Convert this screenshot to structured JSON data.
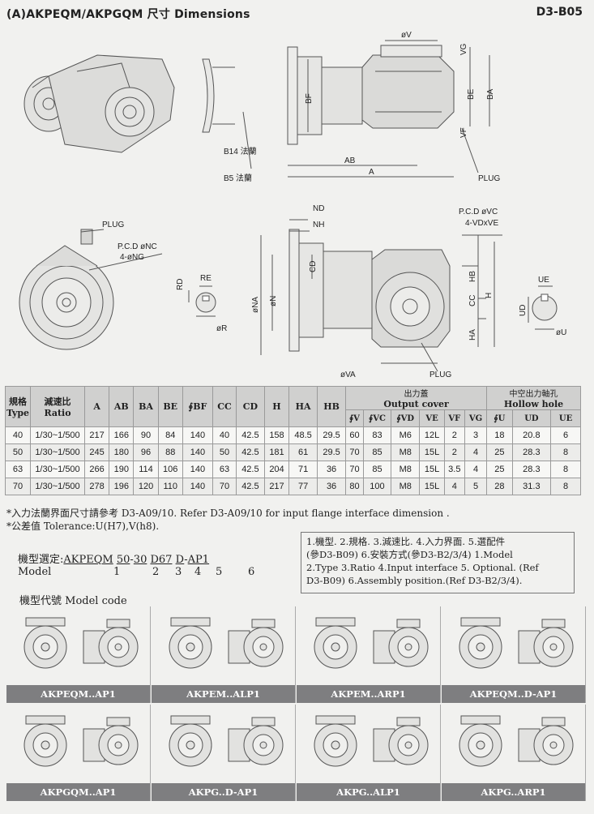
{
  "header": {
    "title": "(A)AKPEQM/AKPGQM 尺寸 Dimensions",
    "code": "D3-B05"
  },
  "drawing_labels": {
    "phiV": "øV",
    "VG": "VG",
    "BF": "BF",
    "BE": "BE",
    "BA": "BA",
    "VF": "VF",
    "AB": "AB",
    "A": "A",
    "PLUG": "PLUG",
    "B14": "B14 法蘭",
    "B5": "B5 法蘭",
    "PLUG2": "PLUG",
    "PCD_NC": "P.C.D øNC",
    "NG": "4-øNG",
    "RD": "RD",
    "RE": "RE",
    "phiR": "øR",
    "ND": "ND",
    "NH": "NH",
    "CD": "CD",
    "phiNA": "øNA",
    "phiN": "øN",
    "PCD_VC": "P.C.D øVC",
    "VDxVE": "4-VDxVE",
    "HB": "HB",
    "CC": "CC",
    "H": "H",
    "HA": "HA",
    "phiVA": "øVA",
    "PLUG3": "PLUG",
    "UE": "UE",
    "UD": "UD",
    "phiU": "øU"
  },
  "table": {
    "head1": [
      "規格",
      "減速比",
      "A",
      "AB",
      "BA",
      "BE",
      "∮BF",
      "CC",
      "CD",
      "H",
      "HA",
      "HB"
    ],
    "head1b": [
      "Type",
      "Ratio"
    ],
    "output_cover_cn": "出力蓋",
    "output_cover_en": "Output cover",
    "hollow_cn": "中空出力軸孔",
    "hollow_en": "Hollow hole",
    "head2": [
      "∮V",
      "∮VC",
      "∮VD",
      "VE",
      "VF",
      "VG",
      "∮U",
      "UD",
      "UE"
    ],
    "rows": [
      [
        "40",
        "1/30~1/500",
        "217",
        "166",
        "90",
        "84",
        "140",
        "40",
        "42.5",
        "158",
        "48.5",
        "29.5",
        "60",
        "83",
        "M6",
        "12L",
        "2",
        "3",
        "18",
        "20.8",
        "6"
      ],
      [
        "50",
        "1/30~1/500",
        "245",
        "180",
        "96",
        "88",
        "140",
        "50",
        "42.5",
        "181",
        "61",
        "29.5",
        "70",
        "85",
        "M8",
        "15L",
        "2",
        "4",
        "25",
        "28.3",
        "8"
      ],
      [
        "63",
        "1/30~1/500",
        "266",
        "190",
        "114",
        "106",
        "140",
        "63",
        "42.5",
        "204",
        "71",
        "36",
        "70",
        "85",
        "M8",
        "15L",
        "3.5",
        "4",
        "25",
        "28.3",
        "8"
      ],
      [
        "70",
        "1/30~1/500",
        "278",
        "196",
        "120",
        "110",
        "140",
        "70",
        "42.5",
        "217",
        "77",
        "36",
        "80",
        "100",
        "M8",
        "15L",
        "4",
        "5",
        "28",
        "31.3",
        "8"
      ]
    ]
  },
  "notes": {
    "n1": "*入力法蘭界面尺寸請參考 D3-A09/10. Refer D3-A09/10 for input flange interface dimension .",
    "n2": "*公差值 Tolerance:U(H7),V(h8)."
  },
  "model": {
    "label_cn": "機型選定:",
    "parts": [
      "AKPEQM",
      "50",
      "30",
      "D67",
      "D",
      "AP1"
    ],
    "seps": [
      "",
      "-",
      "",
      "",
      "-"
    ],
    "label_en": "Model",
    "nums": [
      "1",
      "2",
      "3",
      "4",
      "5",
      "6"
    ]
  },
  "explain": {
    "l1": "1.機型. 2.規格. 3.減速比. 4.入力界面. 5.選配件",
    "l2": "(參D3-B09) 6.安裝方式(參D3-B2/3/4) 1.Model",
    "l3": "2.Type 3.Ratio 4.Input interface 5. Optional. (Ref",
    "l4": "D3-B09) 6.Assembly position.(Ref D3-B2/3/4)."
  },
  "model_code_title": "機型代號 Model code",
  "model_codes": [
    "AKPEQM..AP1",
    "AKPEM..ALP1",
    "AKPEM..ARP1",
    "AKPEQM..D-AP1",
    "AKPGQM..AP1",
    "AKPG..D-AP1",
    "AKPG..ALP1",
    "AKPG..ARP1"
  ]
}
